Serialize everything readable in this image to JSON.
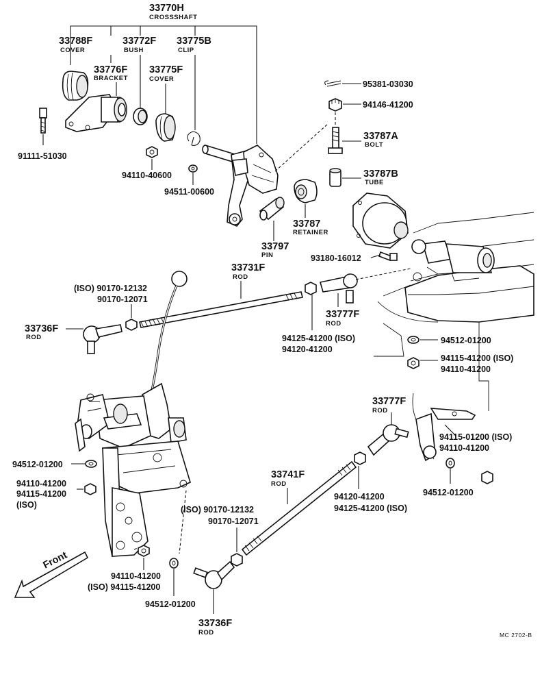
{
  "diagram": {
    "code": "MC 2702-B",
    "front_label": "Front",
    "labels": {
      "crossshaft_no": "33770H",
      "crossshaft_name": "CROSSSHAFT",
      "cover1_no": "33788F",
      "cover1_name": "COVER",
      "bush_no": "33772F",
      "bush_name": "BUSH",
      "clip_no": "33775B",
      "clip_name": "CLIP",
      "bracket_no": "33776F",
      "bracket_name": "BRACKET",
      "cover2_no": "33775F",
      "cover2_name": "COVER",
      "bolt1_no": "91111-51030",
      "nut40600_no": "94110-40600",
      "washer00600_no": "94511-00600",
      "cotter_no": "95381-03030",
      "nut94146_no": "94146-41200",
      "bolt2_no": "33787A",
      "bolt2_name": "BOLT",
      "tube_no": "33787B",
      "tube_name": "TUBE",
      "retainer_no": "33787",
      "retainer_name": "RETAINER",
      "pin_no": "33797",
      "pin_name": "PIN",
      "bolt93180_no": "93180-16012",
      "rod31_no": "33731F",
      "rod31_name": "ROD",
      "nut_iso_a": "(ISO) 90170-12132",
      "nut_a": "90170-12071",
      "rod36a_no": "33736F",
      "rod36a_name": "ROD",
      "rod77a_no": "33777F",
      "rod77a_name": "ROD",
      "nut_b1": "94125-41200 (ISO)",
      "nut_b2": "94120-41200",
      "washer_r1": "94512-01200",
      "nut_r1": "94115-41200 (ISO)",
      "nut_r2": "94110-41200",
      "rod77b_no": "33777F",
      "rod77b_name": "ROD",
      "nut_r3": "94115-01200 (ISO)",
      "nut_r4": "94110-41200",
      "washer_l1": "94512-01200",
      "nut_l1": "94110-41200",
      "nut_l2": "94115-41200",
      "iso_l": "(ISO)",
      "rod41_no": "33741F",
      "rod41_name": "ROD",
      "nut_c1": "94120-41200",
      "nut_c2": "94125-41200 (ISO)",
      "washer_r2": "94512-01200",
      "nut_iso_b": "(ISO) 90170-12132",
      "nut_b": "90170-12071",
      "nut_bl1": "94110-41200",
      "nut_bl2": "(ISO) 94115-41200",
      "washer_b": "94512-01200",
      "rod36b_no": "33736F",
      "rod36b_name": "ROD"
    }
  }
}
